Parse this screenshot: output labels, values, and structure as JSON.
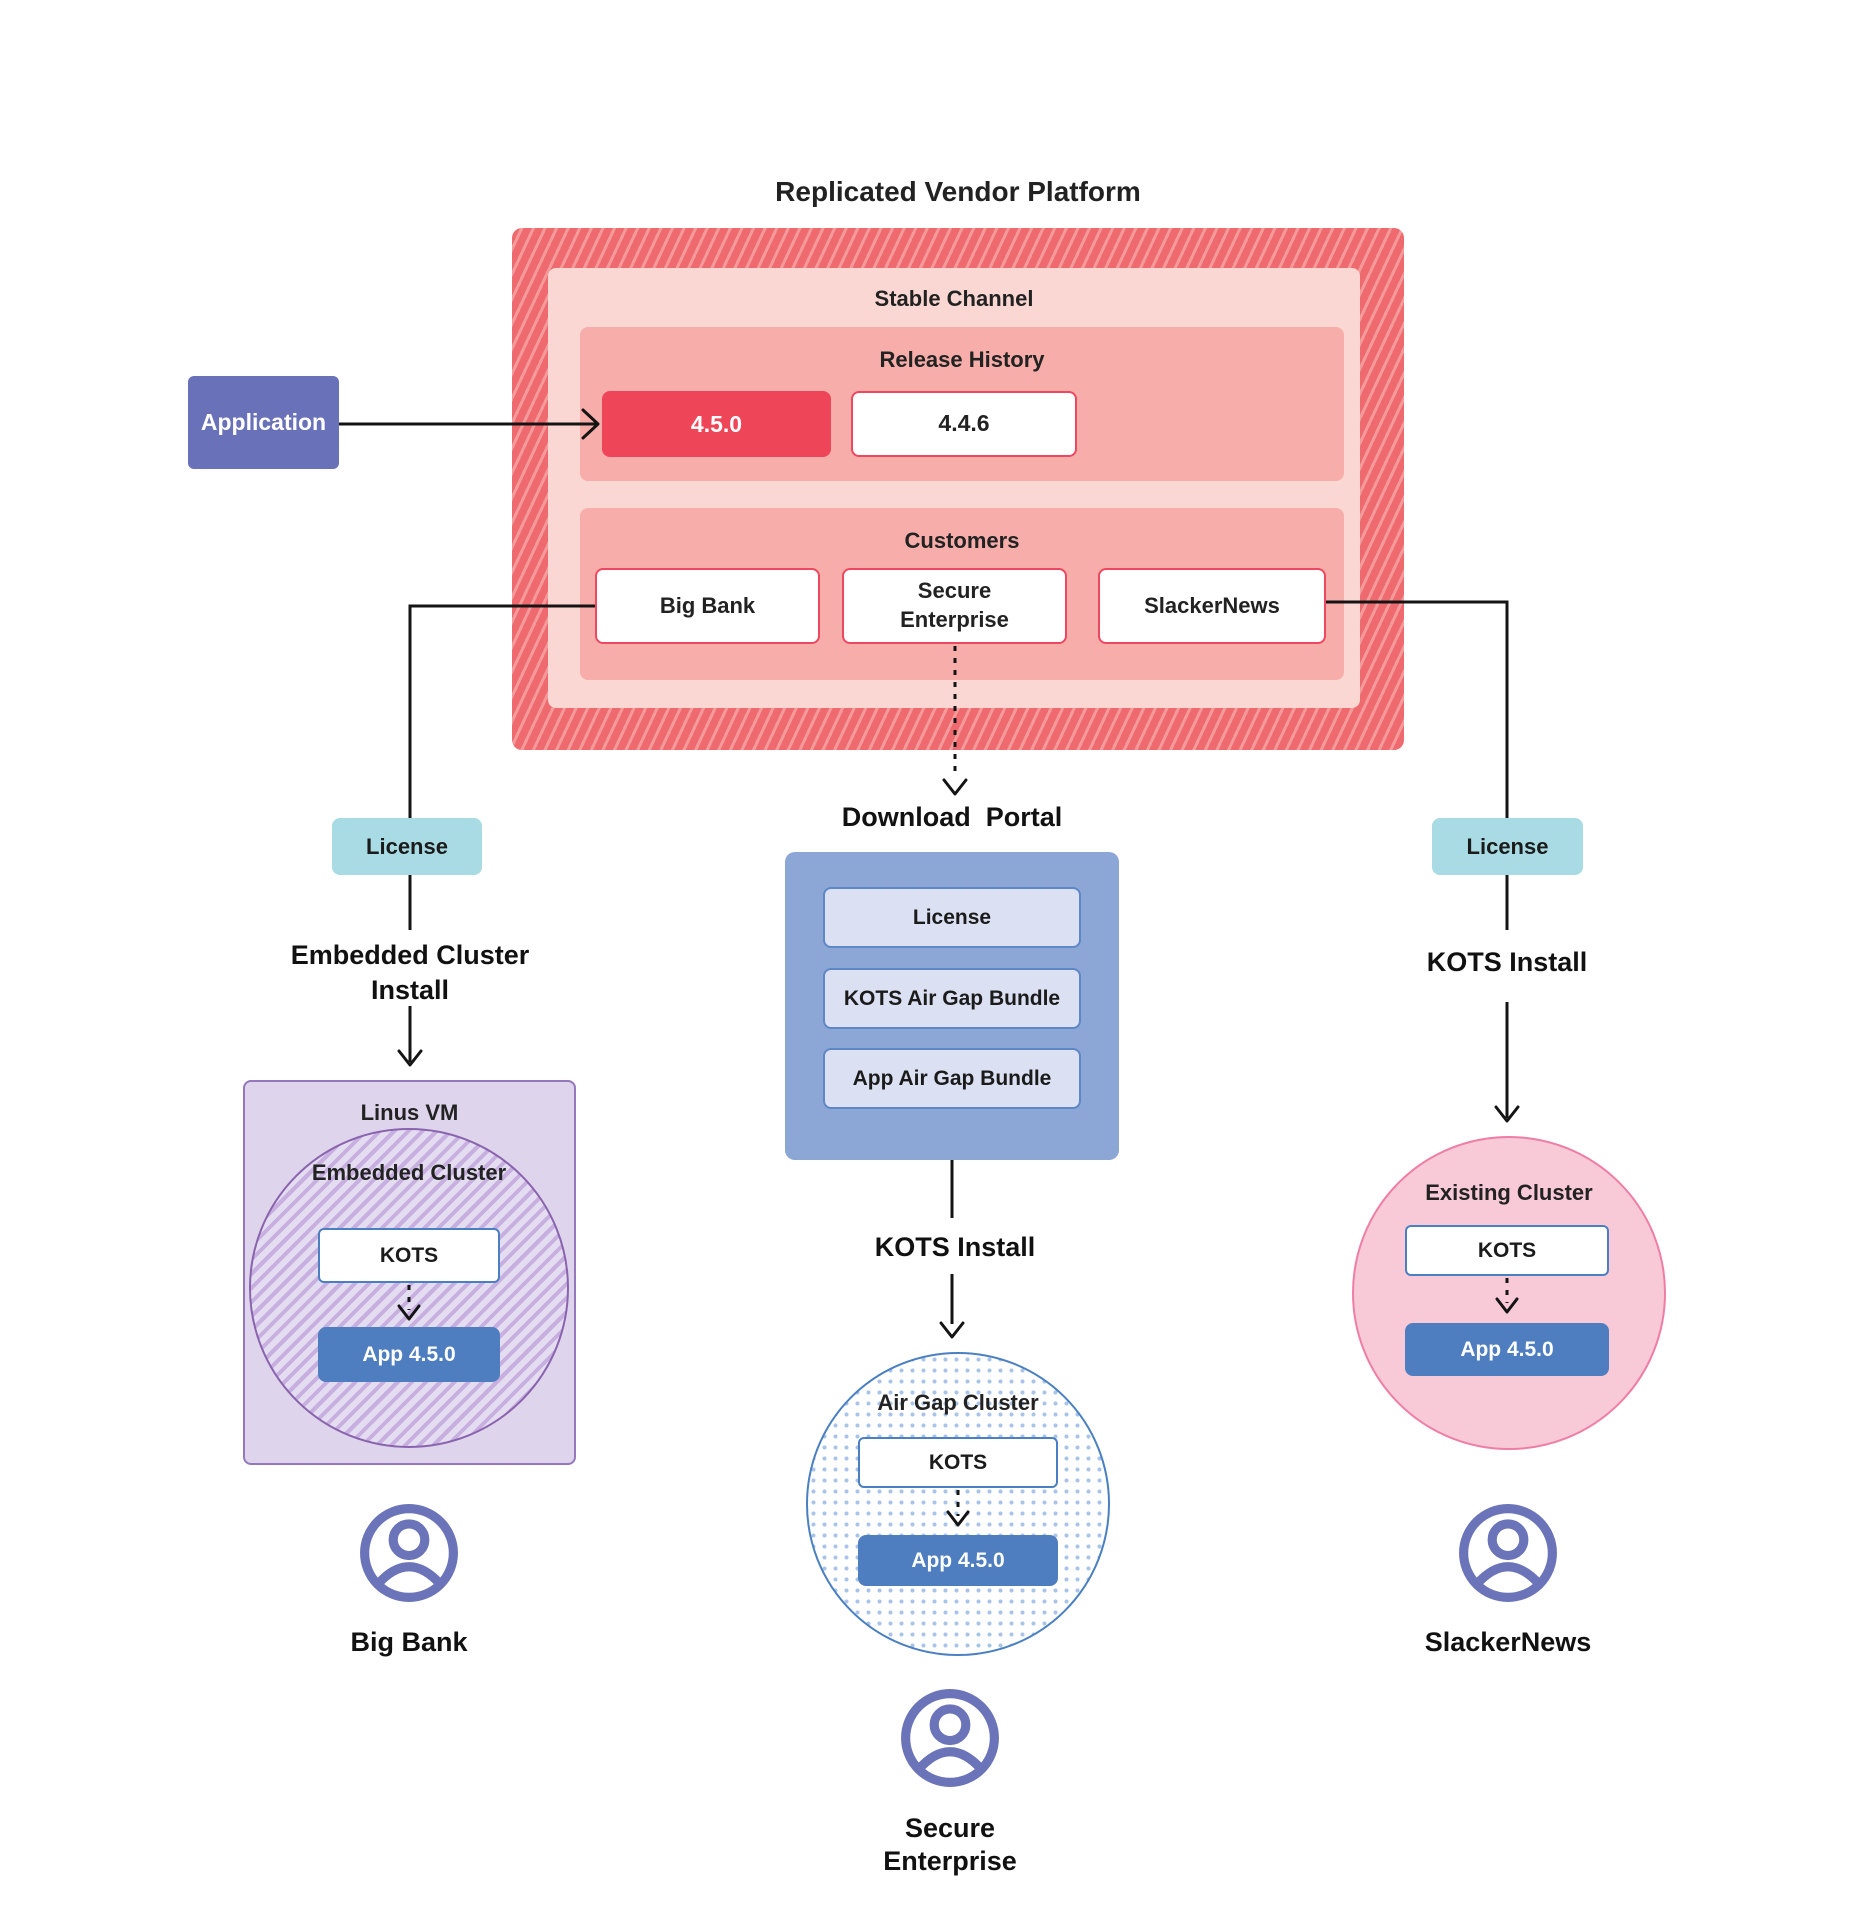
{
  "title": "Replicated Vendor Platform",
  "colors": {
    "platform_hatch_red": "#EE6A6E",
    "release_current_red": "#EF4558",
    "panel_pink": "#F7AEAA",
    "panel_light_pink": "#FAD7D2",
    "application_purple": "#6971B8",
    "license_teal": "#A8DBE3",
    "portal_blue": "#8CA6D6",
    "app_blue": "#4E7EC0",
    "vm_purple": "#DED5EC",
    "existing_cluster_pink": "#F8C9D6",
    "user_icon_purple": "#6B74B8"
  },
  "application": {
    "label": "Application"
  },
  "platform": {
    "stable_channel_label": "Stable Channel",
    "release_history": {
      "label": "Release History",
      "current_release": "4.5.0",
      "previous_release": "4.4.6"
    },
    "customers": {
      "label": "Customers",
      "big_bank": "Big Bank",
      "secure_enterprise": "Secure Enterprise",
      "slacker_news": "SlackerNews"
    }
  },
  "left_flow": {
    "license_label": "License",
    "install_label": "Embedded Cluster Install",
    "vm_label": "Linus VM",
    "cluster_label": "Embedded Cluster",
    "kots_label": "KOTS",
    "app_label": "App 4.5.0",
    "user_label": "Big Bank"
  },
  "center_flow": {
    "portal_label": "Download  Portal",
    "portal_items": {
      "license": "License",
      "kots_bundle": "KOTS Air Gap Bundle",
      "app_bundle": "App Air Gap Bundle"
    },
    "install_label": "KOTS Install",
    "cluster_label": "Air Gap Cluster",
    "kots_label": "KOTS",
    "app_label": "App 4.5.0",
    "user_label": "Secure Enterprise"
  },
  "right_flow": {
    "license_label": "License",
    "install_label": "KOTS Install",
    "cluster_label": "Existing Cluster",
    "kots_label": "KOTS",
    "app_label": "App 4.5.0",
    "user_label": "SlackerNews"
  }
}
